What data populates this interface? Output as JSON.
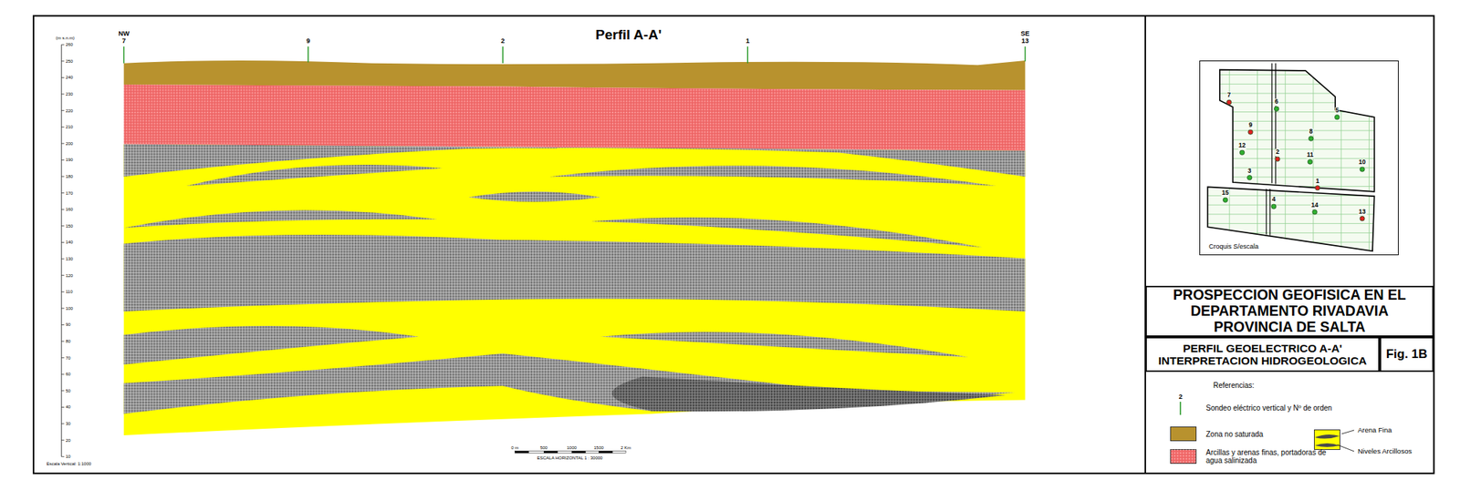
{
  "diagram": {
    "title": "Perfil A-A'",
    "nodes": [
      {
        "text": [
          "Croquis S/escala"
        ]
      },
      {
        "text": [
          "PROSPECCION GEOFISICA EN EL DEPARTAMENTO RIVADAVIA PROVINCIA DE SALTA"
        ]
      },
      {
        "text": [
          "PERFIL GEOELECTRICO A-A' INTERPRETACION HIDROGEOLOGICA"
        ]
      },
      {
        "text": [
          "Fig. 1B"
        ]
      }
    ],
    "labels": [
      "NW",
      "7",
      "9",
      "2",
      "1",
      "SE",
      "13",
      "(m s.n.m)",
      "260",
      "250",
      "240",
      "230",
      "220",
      "210",
      "200",
      "190",
      "180",
      "170",
      "160",
      "150",
      "140",
      "130",
      "120",
      "110",
      "100",
      "90",
      "80",
      "70",
      "60",
      "50",
      "40",
      "30",
      "20",
      "10",
      "Escala Vertical: 1:1000",
      "0 m",
      "500",
      "1000",
      "1500",
      "2 Km",
      "ESCALA HORIZONTAL 1 : 30000",
      "7",
      "6",
      "5",
      "9",
      "8",
      "12",
      "2",
      "11",
      "10",
      "3",
      "1",
      "15",
      "4",
      "14",
      "13",
      "Referencias:",
      "2"
    ],
    "legend": [
      {
        "text": "Sondeo eléctrico vertical y Nº de orden"
      },
      {
        "text": "Zona no saturada",
        "color": "#b8922e"
      },
      {
        "text": "Arcillas y arenas finas, portadoras de agua salinizada",
        "color": "#f26b6b"
      },
      {
        "text": "Arena Fina",
        "color": "#ffff00"
      },
      {
        "text": "Niveles Arcillosos"
      }
    ]
  }
}
